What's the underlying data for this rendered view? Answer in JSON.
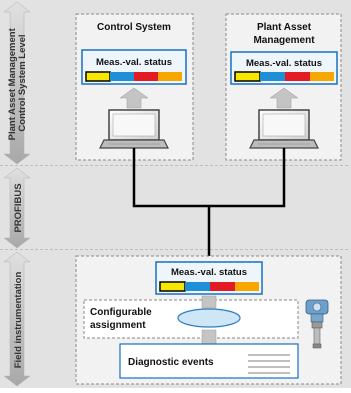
{
  "levels": {
    "control_system": "Plant Asset Management Control System Level",
    "profibus": "PROFIBUS",
    "field": "Field instrumentation"
  },
  "control_box": {
    "title": "Control System",
    "status_label": "Meas.-val. status"
  },
  "pam_box": {
    "title_line1": "Plant Asset",
    "title_line2": "Management",
    "status_label": "Meas.-val. status"
  },
  "field_box": {
    "status_label": "Meas.-val. status",
    "config_line1": "Configurable",
    "config_line2": "assignment",
    "diagnostic_label": "Diagnostic events"
  },
  "status_colors": [
    "#f6e600",
    "#1f8fd8",
    "#e31b24",
    "#f6a800"
  ],
  "colors": {
    "band": "#e2e2e2",
    "band_border": "#9a9a9a",
    "box_fill": "#f2f2f2",
    "label_blue": "#1870c0",
    "label_fill": "#eef6fc",
    "arrow": "#c4c4c4",
    "wire": "#000000"
  }
}
